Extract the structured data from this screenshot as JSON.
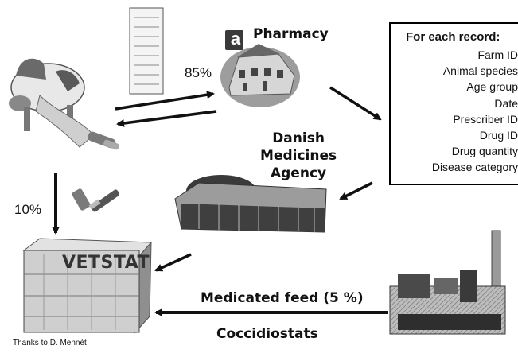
{
  "labels": {
    "pharmacy": "Pharmacy",
    "pharmacy_logo_letter": "a",
    "pct_pharmacy": "85%",
    "pct_vet": "10%",
    "agency": [
      "Danish",
      "Medicines",
      "Agency"
    ],
    "vetstat": "VETSTAT",
    "medicated_feed": "Medicated feed (5 %)",
    "coccidiostats": "Coccidiostats",
    "credit": "Thanks to D. Mennét"
  },
  "record_box": {
    "title": "For each record:",
    "fields": [
      "Farm ID",
      "Animal species",
      "Age group",
      "Date",
      "Prescriber ID",
      "Drug ID",
      "Drug quantity",
      "Disease category"
    ]
  },
  "colors": {
    "ink": "#111111",
    "gray_light": "#d8d8d8",
    "gray_mid": "#9a9a9a",
    "gray_dark": "#4a4a4a"
  }
}
